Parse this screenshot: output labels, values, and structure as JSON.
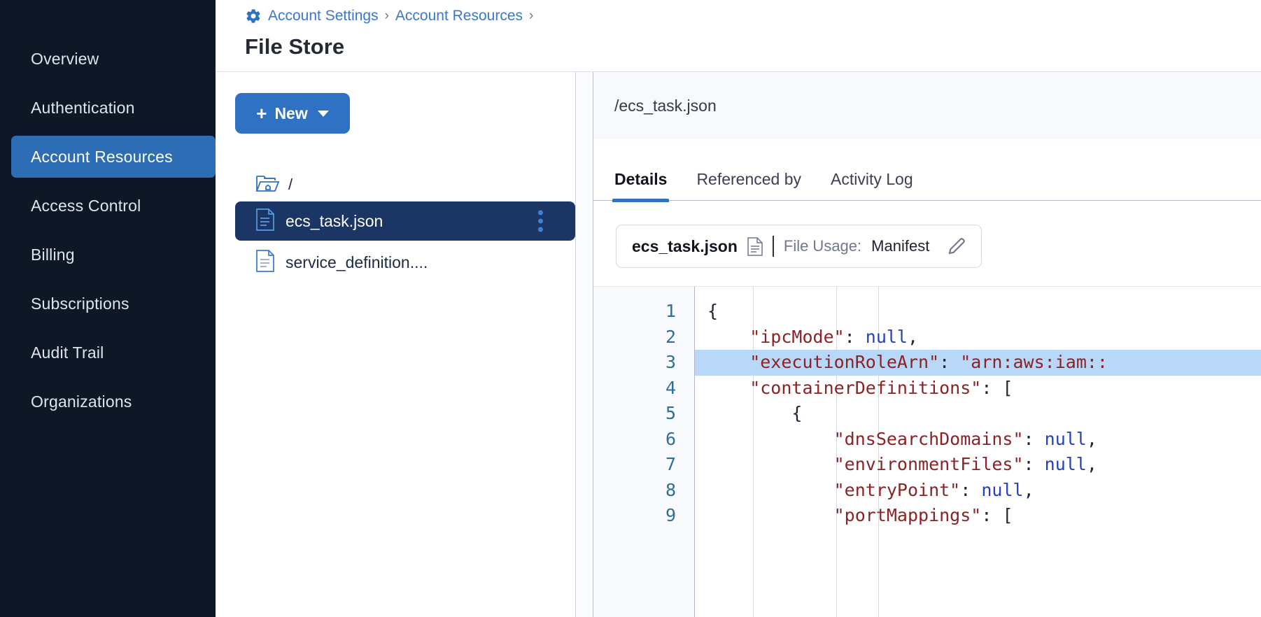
{
  "sidebar": {
    "items": [
      {
        "label": "Overview",
        "active": false
      },
      {
        "label": "Authentication",
        "active": false
      },
      {
        "label": "Account Resources",
        "active": true
      },
      {
        "label": "Access Control",
        "active": false
      },
      {
        "label": "Billing",
        "active": false
      },
      {
        "label": "Subscriptions",
        "active": false
      },
      {
        "label": "Audit Trail",
        "active": false
      },
      {
        "label": "Organizations",
        "active": false
      }
    ]
  },
  "header": {
    "gear_icon": "gear-icon",
    "breadcrumb": [
      {
        "label": "Account Settings"
      },
      {
        "label": "Account Resources"
      }
    ],
    "separator": "›",
    "title": "File Store"
  },
  "tree_panel": {
    "new_button": {
      "label": "New",
      "plus": "+",
      "caret": "chevron-down-icon"
    },
    "root": {
      "icon": "folder-home-icon",
      "label": "/"
    },
    "files": [
      {
        "name": "ecs_task.json",
        "selected": true,
        "icon": "file-icon",
        "menu": "kebab-menu-icon"
      },
      {
        "name": "service_definition....",
        "selected": false,
        "icon": "file-icon"
      }
    ]
  },
  "detail": {
    "path": "/ecs_task.json",
    "tabs": [
      {
        "label": "Details",
        "active": true
      },
      {
        "label": "Referenced by",
        "active": false
      },
      {
        "label": "Activity Log",
        "active": false
      }
    ],
    "usage_card": {
      "file_name": "ecs_task.json",
      "file_icon": "document-icon",
      "usage_label": "File Usage:",
      "usage_value": "Manifest",
      "edit_icon": "pencil-icon"
    },
    "editor": {
      "highlighted_line": 3,
      "lines": [
        {
          "n": 1,
          "tokens": [
            {
              "t": "{",
              "c": "p"
            }
          ]
        },
        {
          "n": 2,
          "tokens": [
            {
              "t": "    \"ipcMode\"",
              "c": "k"
            },
            {
              "t": ": ",
              "c": "p"
            },
            {
              "t": "null",
              "c": "n"
            },
            {
              "t": ",",
              "c": "p"
            }
          ]
        },
        {
          "n": 3,
          "tokens": [
            {
              "t": "    \"executionRoleArn\"",
              "c": "k"
            },
            {
              "t": ": ",
              "c": "p"
            },
            {
              "t": "\"arn:aws:iam::",
              "c": "s"
            }
          ]
        },
        {
          "n": 4,
          "tokens": [
            {
              "t": "    \"containerDefinitions\"",
              "c": "k"
            },
            {
              "t": ": [",
              "c": "p"
            }
          ]
        },
        {
          "n": 5,
          "tokens": [
            {
              "t": "        {",
              "c": "p"
            }
          ]
        },
        {
          "n": 6,
          "tokens": [
            {
              "t": "            \"dnsSearchDomains\"",
              "c": "k"
            },
            {
              "t": ": ",
              "c": "p"
            },
            {
              "t": "null",
              "c": "n"
            },
            {
              "t": ",",
              "c": "p"
            }
          ]
        },
        {
          "n": 7,
          "tokens": [
            {
              "t": "            \"environmentFiles\"",
              "c": "k"
            },
            {
              "t": ": ",
              "c": "p"
            },
            {
              "t": "null",
              "c": "n"
            },
            {
              "t": ",",
              "c": "p"
            }
          ]
        },
        {
          "n": 8,
          "tokens": [
            {
              "t": "            \"entryPoint\"",
              "c": "k"
            },
            {
              "t": ": ",
              "c": "p"
            },
            {
              "t": "null",
              "c": "n"
            },
            {
              "t": ",",
              "c": "p"
            }
          ]
        },
        {
          "n": 9,
          "tokens": [
            {
              "t": "            \"portMappings\"",
              "c": "k"
            },
            {
              "t": ": [",
              "c": "p"
            }
          ]
        }
      ]
    }
  },
  "colors": {
    "sidebar_bg": "#0d1726",
    "accent_blue": "#2f72c4",
    "selected_row": "#1b3564",
    "link_blue": "#3b77cc",
    "code_key": "#8b2326",
    "code_null": "#2440bd",
    "line_highlight": "#b9d7f7"
  }
}
